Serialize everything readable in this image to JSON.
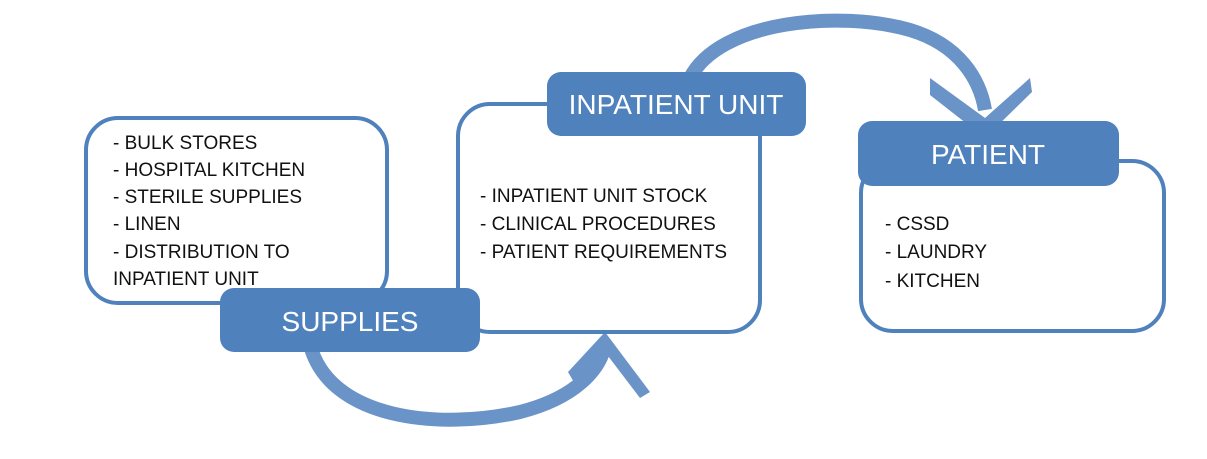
{
  "supplies": {
    "title": "SUPPLIES",
    "items": [
      "- BULK STORES",
      "- HOSPITAL KITCHEN",
      "- STERILE SUPPLIES",
      "- LINEN",
      "- DISTRIBUTION TO",
      "INPATIENT UNIT"
    ]
  },
  "inpatient_unit": {
    "title": "INPATIENT UNIT",
    "items": [
      "- INPATIENT UNIT STOCK",
      "- CLINICAL PROCEDURES",
      "- PATIENT REQUIREMENTS"
    ]
  },
  "patient": {
    "title": "PATIENT",
    "items": [
      "- CSSD",
      "- LAUNDRY",
      "- KITCHEN"
    ]
  },
  "colors": {
    "accent": "#4f81bd",
    "arrow": "#6a93c8"
  }
}
